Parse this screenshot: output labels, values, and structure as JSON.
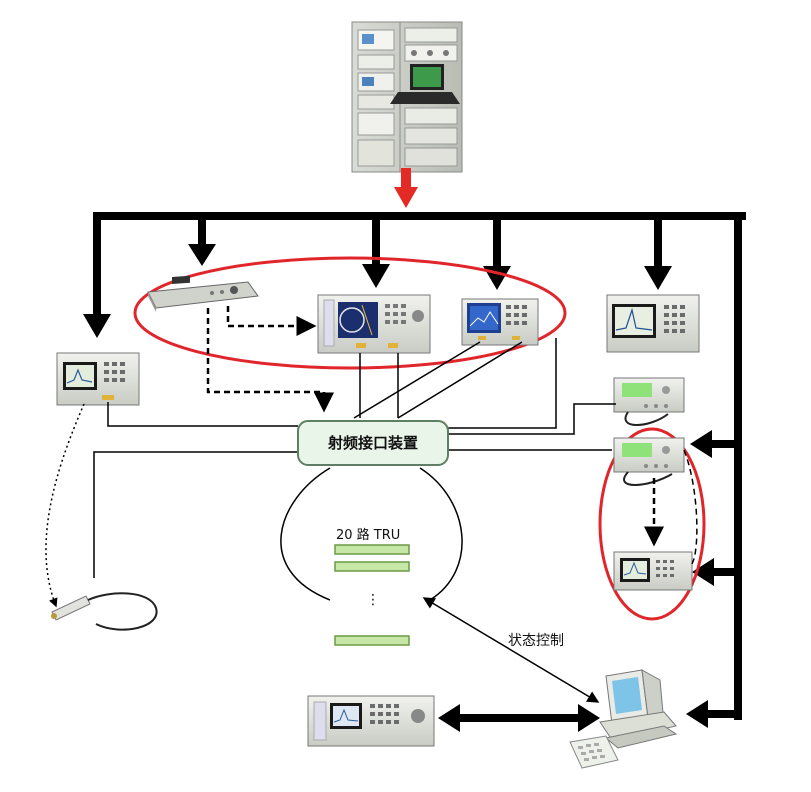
{
  "rf_interface": {
    "label": "射频接口装置"
  },
  "tru": {
    "label": "20 路 TRU",
    "ellipsis": "⋮",
    "bar_count_visible": 3
  },
  "control": {
    "label": "状态控制"
  },
  "colors": {
    "bus": "#000000",
    "highlight_ellipse": "#e0262b",
    "feed_arrow": "#e32a24",
    "rf_box_fill": "#e9f5e9",
    "rf_box_stroke": "#5d7f63",
    "tru_bar_fill": "#c7e7a6",
    "tru_bar_stroke": "#6c9a45"
  },
  "icons": [
    "test-rack-icon",
    "signal-generator-icon",
    "vector-network-analyzer-icon",
    "spectrum-analyzer-icon",
    "power-meter-icon",
    "power-sensor-icon",
    "computer-icon"
  ]
}
